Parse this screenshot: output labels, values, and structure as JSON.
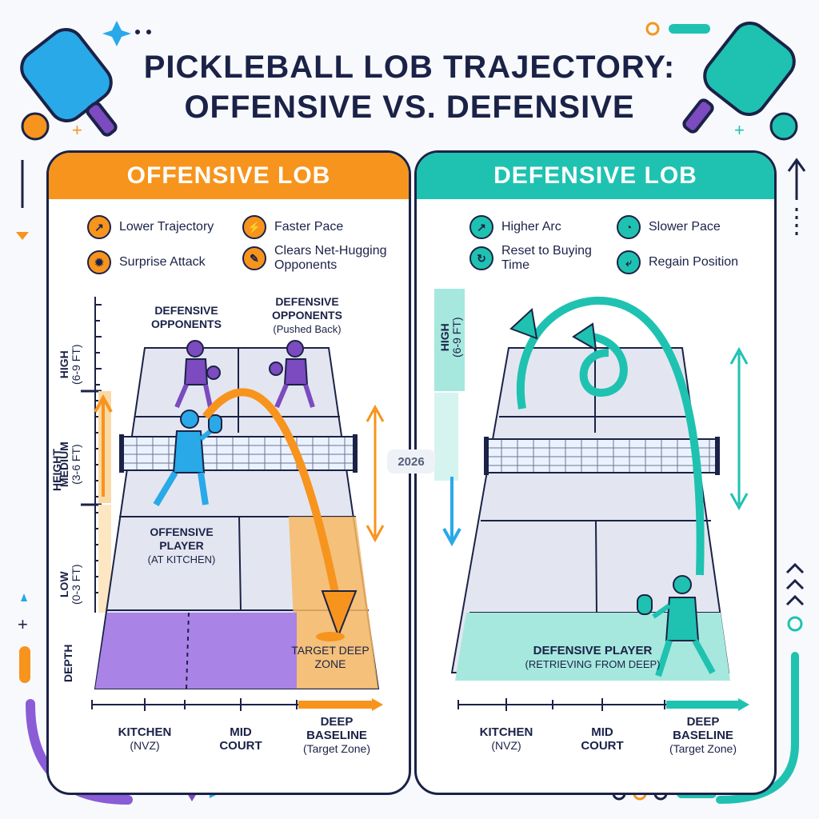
{
  "title": {
    "line1": "PICKLEBALL LOB TRAJECTORY:",
    "line2": "OFFENSIVE VS. DEFENSIVE"
  },
  "year": "2026",
  "left": {
    "heading": "OFFENSIVE LOB",
    "features": [
      {
        "icon": "trend-up-icon",
        "label": "Lower Trajectory"
      },
      {
        "icon": "lightning-icon",
        "label": "Faster Pace"
      },
      {
        "icon": "burst-icon",
        "label": "Surprise Attack"
      },
      {
        "icon": "feather-icon",
        "label": "Clears Net-Hugging Opponents"
      }
    ],
    "height_axis": {
      "title": "HEIGHT",
      "high": "HIGH",
      "high_sub": "(6-9 FT)",
      "medium": "MEDIUM",
      "medium_sub": "(3-6 FT)",
      "low": "LOW",
      "low_sub": "(0-3 FT)",
      "depth": "DEPTH"
    },
    "labels": {
      "defensive_opponents": "DEFENSIVE OPPONENTS",
      "defensive_opponents2": "DEFENSIVE OPPONENTS",
      "pushed_back": "(Pushed Back)",
      "offensive_player": "OFFENSIVE PLAYER",
      "at_kitchen": "(AT KITCHEN)",
      "target_deep_zone": "TARGET DEEP ZONE"
    },
    "depth_axis": {
      "kitchen": "KITCHEN",
      "kitchen_sub": "(NVZ)",
      "mid": "MID",
      "mid_sub": "COURT",
      "deep": "DEEP",
      "deep_sub": "BASELINE",
      "deep_note": "(Target Zone)"
    },
    "colors": {
      "accent": "#f7941d",
      "zone": "#a983e6"
    }
  },
  "right": {
    "heading": "DEFENSIVE LOB",
    "features": [
      {
        "icon": "arc-arrow-icon",
        "label": "Higher Arc"
      },
      {
        "icon": "gauge-icon",
        "label": "Slower Pace"
      },
      {
        "icon": "reset-icon",
        "label": "Reset to Buying Time"
      },
      {
        "icon": "return-icon",
        "label": "Regain Position"
      }
    ],
    "height_axis": {
      "high": "HIGH",
      "high_sub": "(6-9 FT)"
    },
    "labels": {
      "defensive_player": "DEFENSIVE PLAYER",
      "retrieving": "(RETRIEVING FROM DEEP)"
    },
    "depth_axis": {
      "kitchen": "KITCHEN",
      "kitchen_sub": "(NVZ)",
      "mid": "MID",
      "mid_sub": "COURT",
      "deep": "DEEP",
      "deep_sub": "BASELINE",
      "deep_note": "(Target Zone)"
    },
    "colors": {
      "accent": "#1fc2b0",
      "zone": "#a6e8de"
    }
  }
}
